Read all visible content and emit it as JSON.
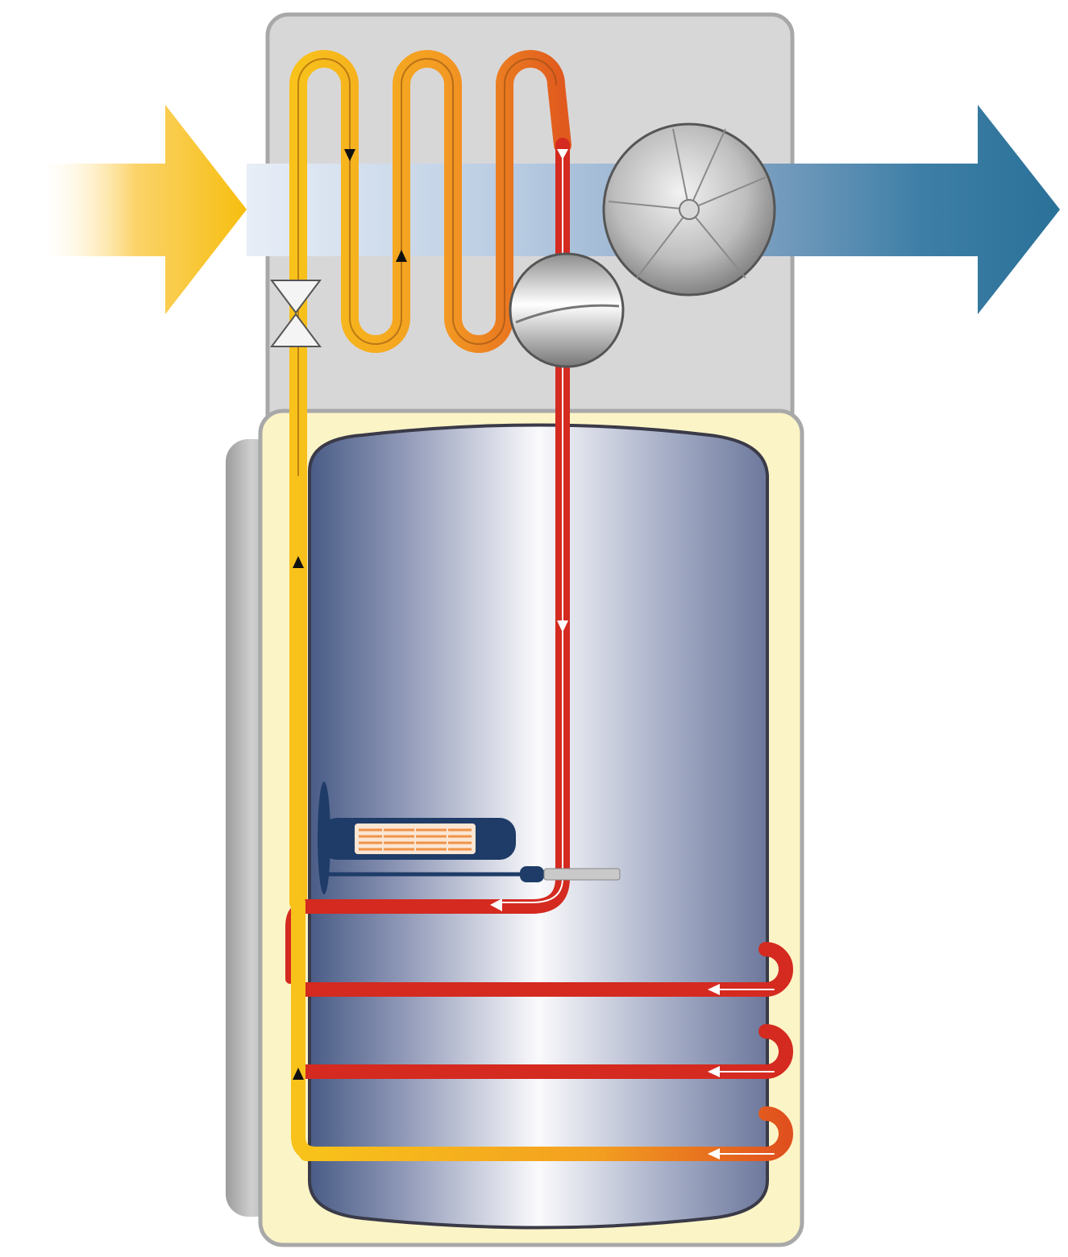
{
  "diagram": {
    "type": "heat-pump-water-heater-schematic",
    "labels": [],
    "components": [
      {
        "id": "inlet-air-arrow",
        "icon": "arrow-right-icon"
      },
      {
        "id": "outlet-air-arrow",
        "icon": "arrow-right-icon"
      },
      {
        "id": "evaporator-coil",
        "icon": "coil-icon"
      },
      {
        "id": "fan",
        "icon": "fan-icon"
      },
      {
        "id": "compressor",
        "icon": "compressor-icon"
      },
      {
        "id": "expansion-valve",
        "icon": "valve-icon"
      },
      {
        "id": "storage-tank",
        "icon": "tank-icon"
      },
      {
        "id": "electric-heating-element",
        "icon": "heater-icon"
      },
      {
        "id": "condenser-coil",
        "icon": "coil-icon"
      }
    ],
    "colors": {
      "warm_air": "#f9c21b",
      "cool_air": "#2f7aa0",
      "hot_refrigerant": "#d42a20",
      "cold_refrigerant": "#f6b31a",
      "casing_top": "#d8d7d8",
      "casing_bottom": "#fbf4c6",
      "heater_body": "#1f3c68",
      "heater_elements": "#ef9348"
    }
  }
}
